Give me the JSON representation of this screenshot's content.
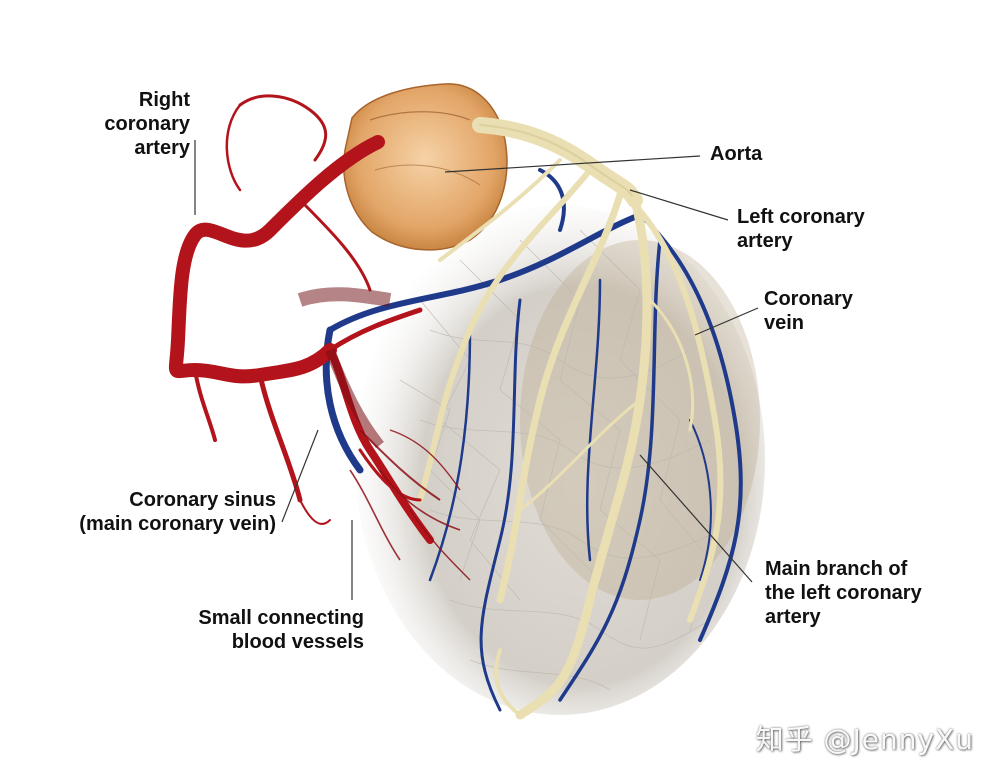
{
  "labels": {
    "right_coronary_artery": [
      "Right",
      "coronary",
      "artery"
    ],
    "aorta": [
      "Aorta"
    ],
    "left_coronary_artery": [
      "Left coronary",
      "artery"
    ],
    "coronary_vein": [
      "Coronary",
      "vein"
    ],
    "coronary_sinus": [
      "Coronary sinus",
      "(main coronary vein)"
    ],
    "small_connecting_vessels": [
      "Small connecting",
      "blood vessels"
    ],
    "main_branch_left_coronary": [
      "Main branch of",
      "the left coronary",
      "artery"
    ]
  },
  "watermark": "知乎 @JennyXu",
  "colors": {
    "artery_red": "#b3141c",
    "dark_red": "#7a0c12",
    "vein_blue": "#1f3a8a",
    "cream_artery": "#e9dfb2",
    "aorta_root": "#e0a466",
    "capillary_gray": "#c9c6c0"
  }
}
